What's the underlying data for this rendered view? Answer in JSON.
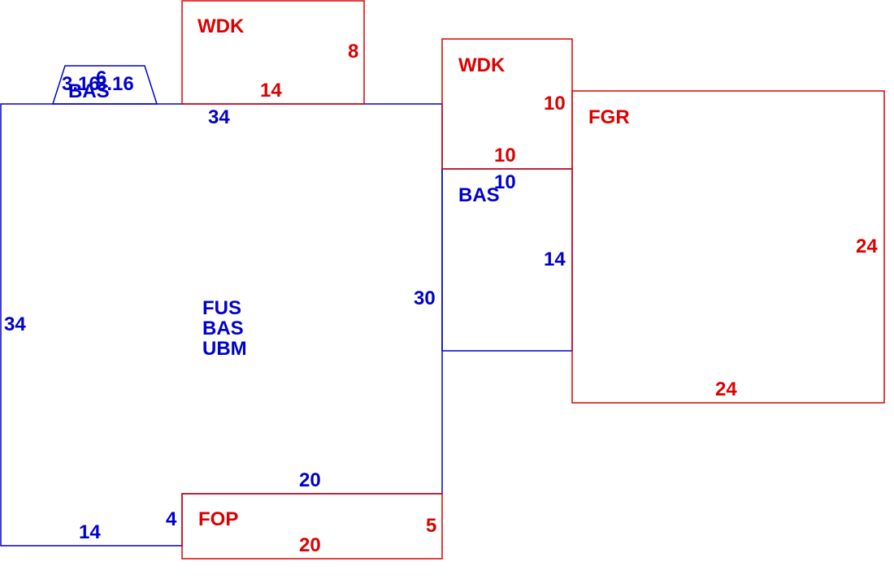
{
  "colors": {
    "main": "#0000cc",
    "aux": "#dd0000",
    "background": "#ffffff"
  },
  "areas": {
    "main": {
      "labels": [
        "FUS",
        "BAS",
        "UBM"
      ],
      "dims": {
        "top": "34",
        "left": "34",
        "right": "30",
        "bottom": "14",
        "notch_width": "20",
        "notch_height": "4"
      }
    },
    "bas_small": {
      "label": "BAS",
      "dims": {
        "top": "6",
        "left": "3.16",
        "right": "3.16"
      }
    },
    "bas_right": {
      "label": "BAS",
      "dims": {
        "top": "10",
        "right": "14"
      }
    },
    "wdk_top": {
      "label": "WDK",
      "dims": {
        "bottom": "14",
        "right": "8"
      }
    },
    "wdk_right": {
      "label": "WDK",
      "dims": {
        "bottom": "10",
        "right": "10"
      }
    },
    "fgr": {
      "label": "FGR",
      "dims": {
        "right": "24",
        "bottom": "24"
      }
    },
    "fop": {
      "label": "FOP",
      "dims": {
        "bottom": "20",
        "right": "5"
      }
    }
  }
}
